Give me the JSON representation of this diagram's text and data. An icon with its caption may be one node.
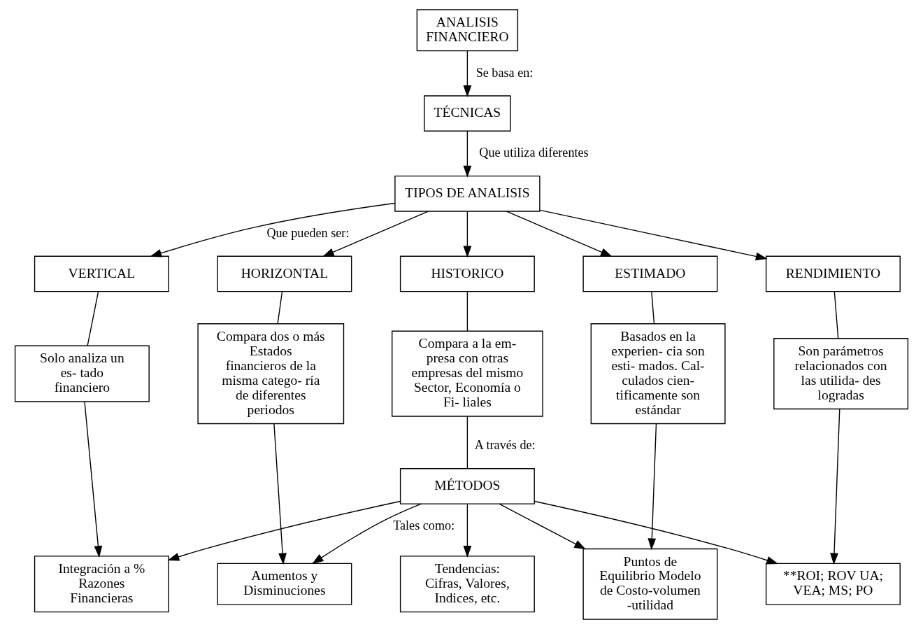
{
  "diagram": {
    "nodes": [
      {
        "text": [
          "ANALISIS FINANCIERO"
        ]
      },
      {
        "text": [
          "TÉCNICAS"
        ]
      },
      {
        "text": [
          "TIPOS DE ANALISIS"
        ]
      },
      {
        "text": [
          "VERTICAL"
        ]
      },
      {
        "text": [
          "HORIZONTAL"
        ]
      },
      {
        "text": [
          "HISTORICO"
        ]
      },
      {
        "text": [
          "ESTIMADO"
        ]
      },
      {
        "text": [
          "RENDIMIENTO"
        ]
      },
      {
        "text": [
          "Solo analiza un es- tado financiero"
        ]
      },
      {
        "text": [
          "Compara dos o más Estados financieros de la misma catego- ría de diferentes periodos"
        ]
      },
      {
        "text": [
          "Compara a la em- presa con otras empresas del mismo Sector, Economía o Fi- liales"
        ]
      },
      {
        "text": [
          "Basados en la experien- cia son esti- mados. Cal- culados cien- tificamente son estándar"
        ]
      },
      {
        "text": [
          "Son parámetros relacionados con las utilida- des logradas"
        ]
      },
      {
        "text": [
          "MÉTODOS"
        ]
      },
      {
        "text": [
          "Integración a % Razones Financieras"
        ]
      },
      {
        "text": [
          "Aumentos y Disminuciones"
        ]
      },
      {
        "text": [
          "Tendencias: Cifras, Valores, Indices, etc."
        ]
      },
      {
        "text": [
          "Puntos de Equilibrio Modelo de Costo-volumen -utilidad"
        ]
      },
      {
        "text": [
          "**ROI; ROV UA; VEA; MS; PO"
        ]
      }
    ],
    "edges": [
      {
        "from": 0,
        "to": 1,
        "arrow": "to",
        "label": "Se basa en:"
      },
      {
        "from": 1,
        "to": 2,
        "arrow": "to",
        "label": "Que utiliza diferentes"
      },
      {
        "from": 2,
        "to": 3,
        "arrow": "to",
        "label": "Que pueden ser:"
      },
      {
        "from": 2,
        "to": 4,
        "arrow": "to"
      },
      {
        "from": 2,
        "to": 5,
        "arrow": "to"
      },
      {
        "from": 2,
        "to": 6,
        "arrow": "to"
      },
      {
        "from": 2,
        "to": 7,
        "arrow": "to"
      },
      {
        "from": 3,
        "to": 8,
        "arrow": "none"
      },
      {
        "from": 4,
        "to": 9,
        "arrow": "none"
      },
      {
        "from": 5,
        "to": 10,
        "arrow": "none"
      },
      {
        "from": 6,
        "to": 11,
        "arrow": "none"
      },
      {
        "from": 7,
        "to": 12,
        "arrow": "none"
      },
      {
        "from": 10,
        "to": 13,
        "arrow": "none",
        "label": "A través de:"
      },
      {
        "from": 8,
        "to": 14,
        "arrow": "to"
      },
      {
        "from": 9,
        "to": 15,
        "arrow": "to"
      },
      {
        "from": 13,
        "to": 14,
        "arrow": "to"
      },
      {
        "from": 13,
        "to": 15,
        "arrow": "to",
        "label": "Tales como:"
      },
      {
        "from": 13,
        "to": 16,
        "arrow": "to"
      },
      {
        "from": 13,
        "to": 17,
        "arrow": "to"
      },
      {
        "from": 13,
        "to": 18,
        "arrow": "to"
      },
      {
        "from": 11,
        "to": 17,
        "arrow": "to"
      },
      {
        "from": 12,
        "to": 18,
        "arrow": "to"
      }
    ]
  }
}
